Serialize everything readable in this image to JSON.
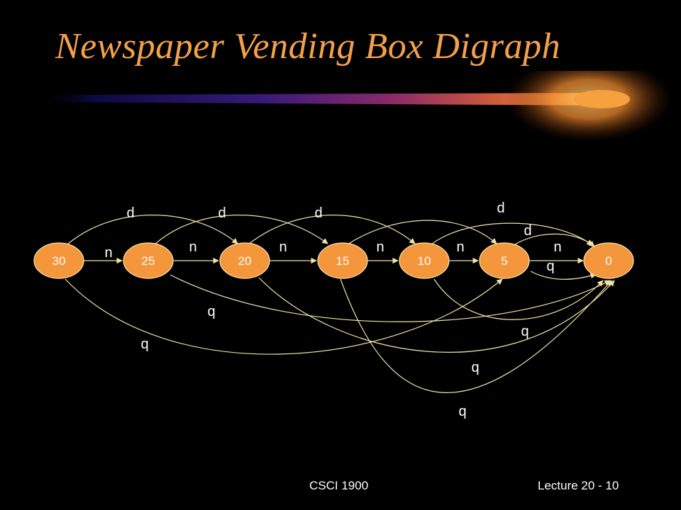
{
  "slide": {
    "title": "Newspaper Vending Box Digraph",
    "footer_left": "CSCI 1900",
    "footer_right": "Lecture 20 - 10"
  },
  "colors": {
    "title": "#f4a04a",
    "node_fill": "#f4963c",
    "node_stroke": "#f2e6b0",
    "edge": "#f0e2a8",
    "text": "#ffffff",
    "background": "#000000"
  },
  "diagram": {
    "nodes": [
      {
        "id": "30",
        "label": "30"
      },
      {
        "id": "25",
        "label": "25"
      },
      {
        "id": "20",
        "label": "20"
      },
      {
        "id": "15",
        "label": "15"
      },
      {
        "id": "10",
        "label": "10"
      },
      {
        "id": "5",
        "label": "5"
      },
      {
        "id": "0",
        "label": "0"
      }
    ],
    "edges": [
      {
        "from": "30",
        "to": "25",
        "label": "n"
      },
      {
        "from": "25",
        "to": "20",
        "label": "n"
      },
      {
        "from": "20",
        "to": "15",
        "label": "n"
      },
      {
        "from": "15",
        "to": "10",
        "label": "n"
      },
      {
        "from": "10",
        "to": "5",
        "label": "n"
      },
      {
        "from": "5",
        "to": "0",
        "label": "n"
      },
      {
        "from": "30",
        "to": "20",
        "label": "d"
      },
      {
        "from": "25",
        "to": "15",
        "label": "d"
      },
      {
        "from": "20",
        "to": "10",
        "label": "d"
      },
      {
        "from": "15",
        "to": "5",
        "label": "d"
      },
      {
        "from": "10",
        "to": "0",
        "label": "d"
      },
      {
        "from": "5",
        "to": "0",
        "label": "d"
      },
      {
        "from": "5",
        "to": "0",
        "label": "q"
      },
      {
        "from": "10",
        "to": "0",
        "label": "q"
      },
      {
        "from": "15",
        "to": "0",
        "label": "q"
      },
      {
        "from": "20",
        "to": "0",
        "label": "q"
      },
      {
        "from": "25",
        "to": "0",
        "label": "q"
      },
      {
        "from": "30",
        "to": "5",
        "label": "q"
      }
    ]
  }
}
